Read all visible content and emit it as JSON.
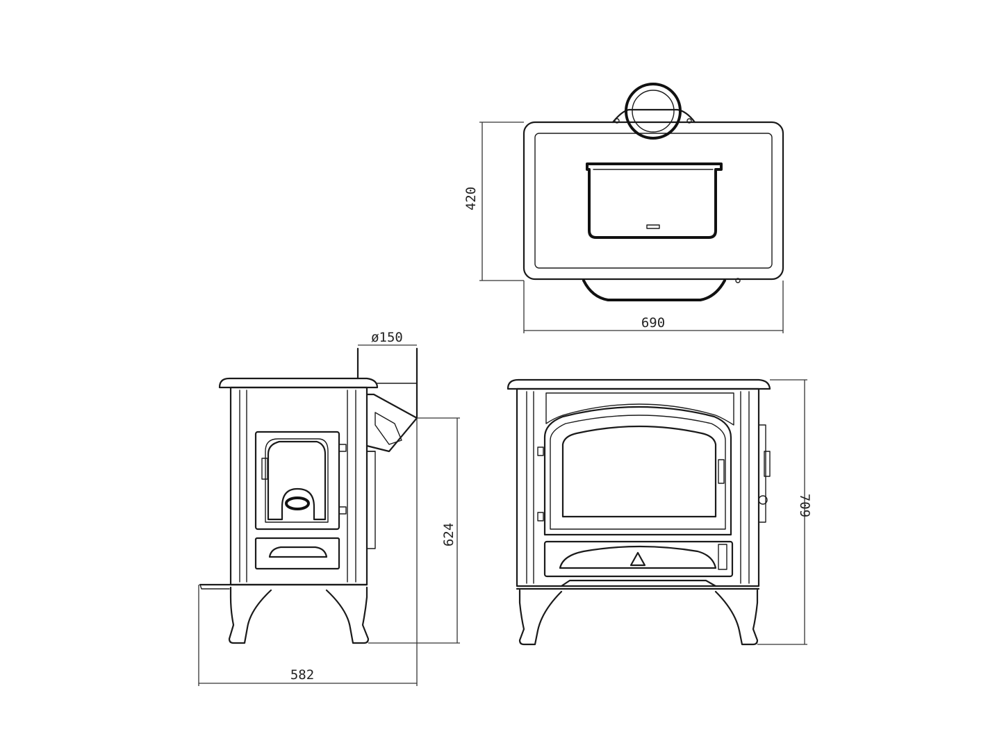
{
  "dimensions": {
    "top_depth": "420",
    "top_width": "690",
    "flue_diameter": "ø150",
    "side_flue_height": "624",
    "side_depth": "582",
    "front_height": "709"
  }
}
